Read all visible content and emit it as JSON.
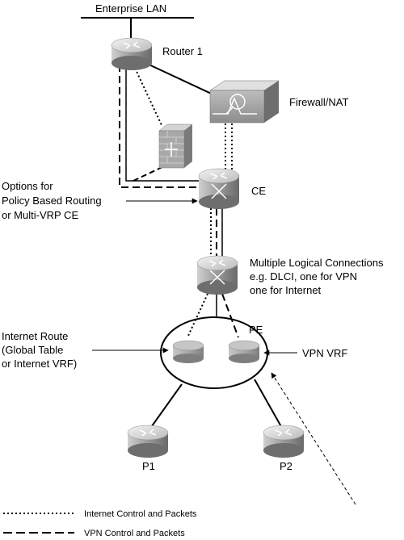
{
  "labels": {
    "enterprise_lan": "Enterprise LAN",
    "router1": "Router 1",
    "firewall": "Firewall/NAT",
    "ce": "CE",
    "options_1": "Options for",
    "options_2": "Policy Based Routing",
    "options_3": "or Multi-VRP CE",
    "mlc_1": "Multiple Logical Connections",
    "mlc_2": "e.g. DLCI, one for VPN",
    "mlc_3": "one for Internet",
    "inet_1": "Internet Route",
    "inet_2": "(Global Table",
    "inet_3": "or Internet VRF)",
    "pe": "PE",
    "vpn_vrf": "VPN VRF",
    "p1": "P1",
    "p2": "P2"
  },
  "legend": {
    "internet": "Internet Control and Packets",
    "vpn": "VPN Control and Packets"
  },
  "icons": {
    "router": "router-icon",
    "firewall": "firewall-nat-icon",
    "brick_firewall": "brick-firewall-icon",
    "vrf": "vrf-table-icon"
  }
}
